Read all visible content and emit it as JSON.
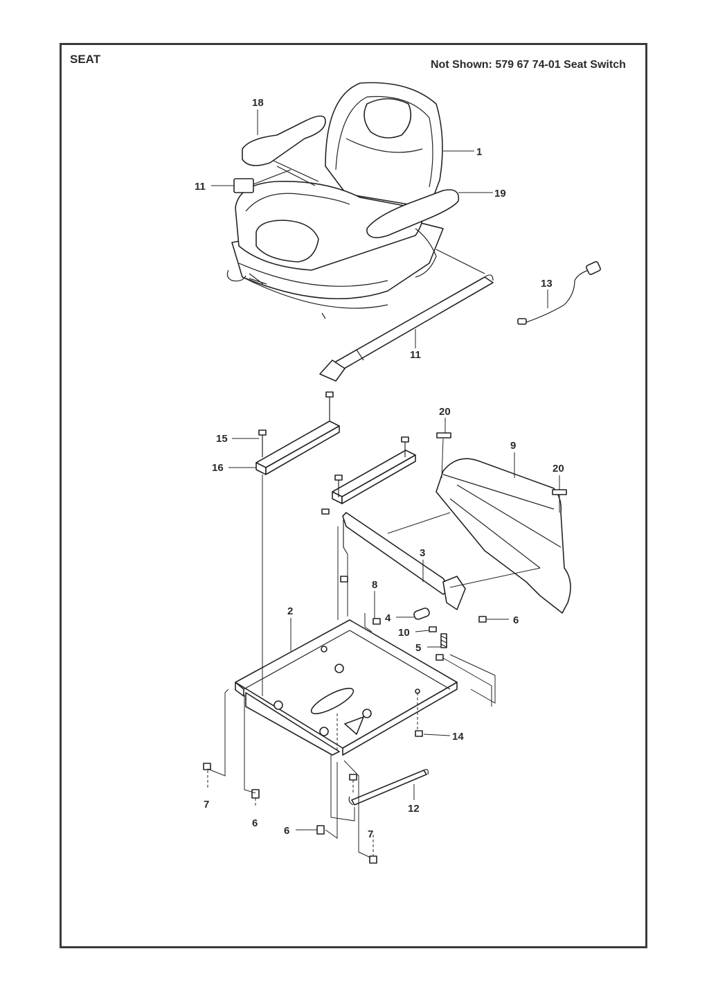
{
  "header": {
    "title": "SEAT",
    "note": "Not Shown: 579 67 74-01 Seat Switch"
  },
  "callouts": {
    "c1": "1",
    "c2": "2",
    "c3": "3",
    "c4": "4",
    "c5": "5",
    "c6a": "6",
    "c6b": "6",
    "c6c": "6",
    "c7a": "7",
    "c7b": "7",
    "c8": "8",
    "c9": "9",
    "c10": "10",
    "c11a": "11",
    "c11b": "11",
    "c12": "12",
    "c13": "13",
    "c14": "14",
    "c15": "15",
    "c16": "16",
    "c18": "18",
    "c19": "19",
    "c20a": "20",
    "c20b": "20"
  }
}
